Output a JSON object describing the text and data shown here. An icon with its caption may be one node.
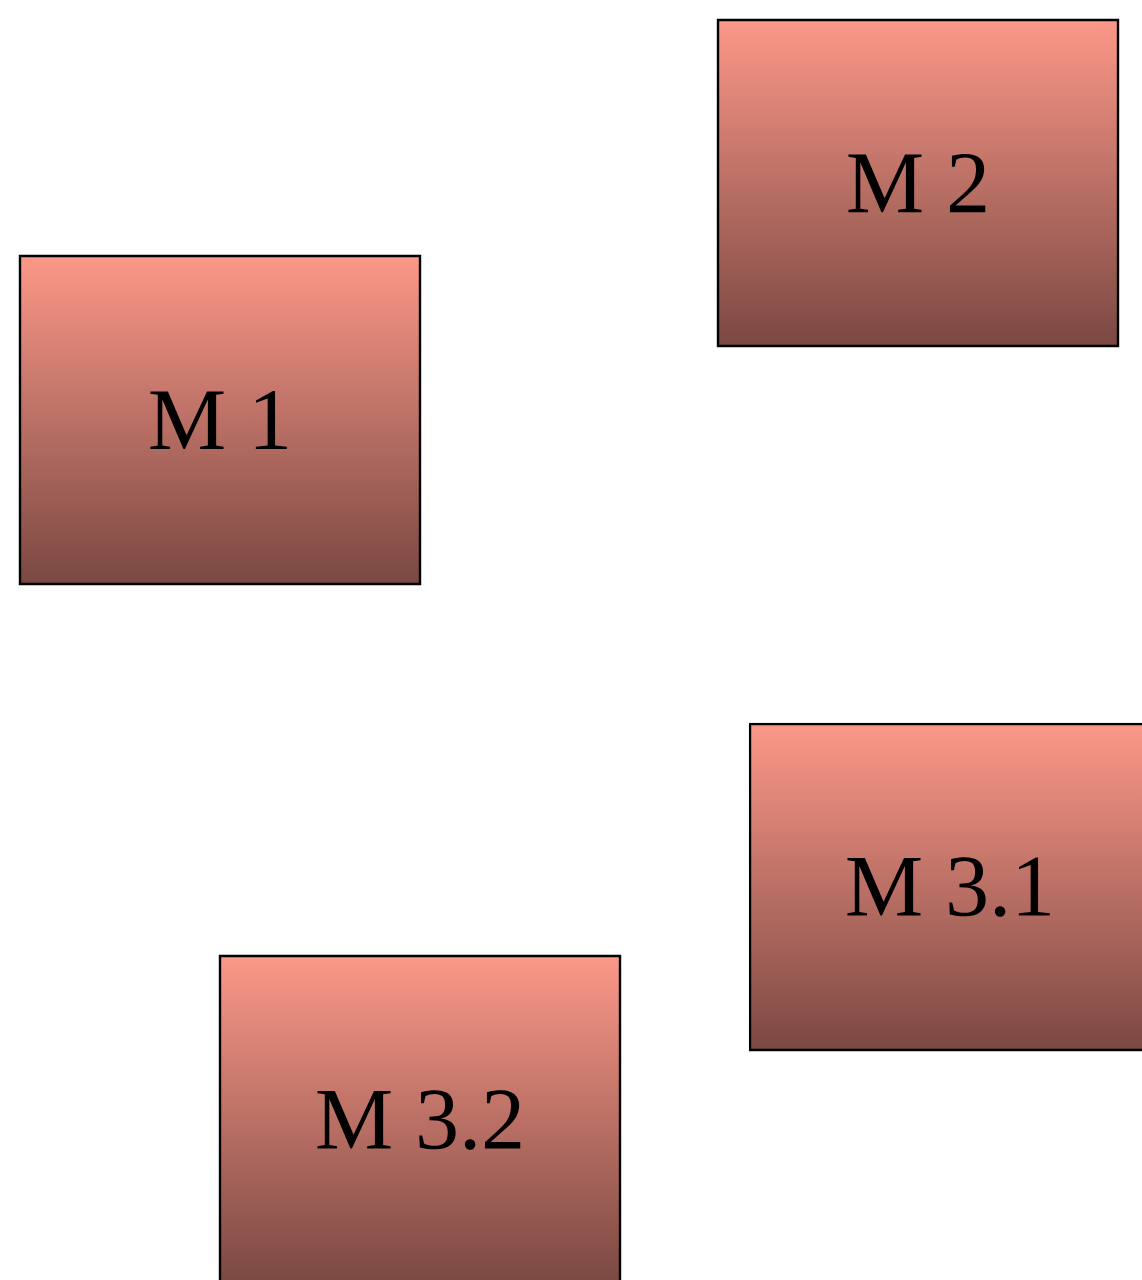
{
  "diagram": {
    "nodes": [
      {
        "text": [
          "M 2"
        ]
      },
      {
        "text": [
          "M 1"
        ]
      },
      {
        "text": [
          "M 3.1"
        ]
      },
      {
        "text": [
          "M 3.2"
        ]
      }
    ]
  }
}
